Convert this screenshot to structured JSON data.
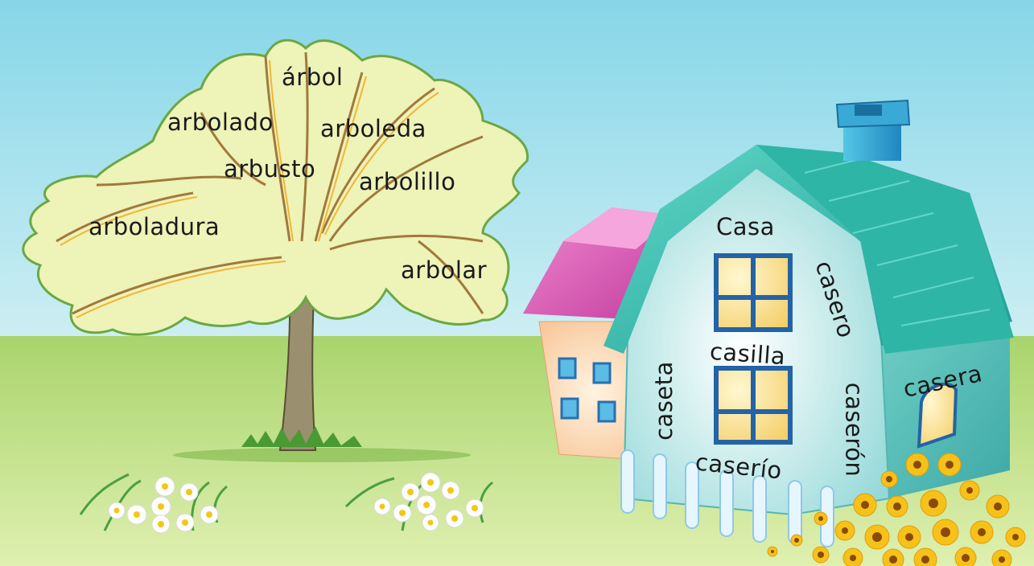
{
  "tree": {
    "words": [
      "árbol",
      "arbolado",
      "arboleda",
      "arbusto",
      "arbolillo",
      "arboladura",
      "arbolar"
    ]
  },
  "house": {
    "words": [
      "Casa",
      "casero",
      "casilla",
      "caseta",
      "casera",
      "caserón",
      "caserío"
    ]
  },
  "colors": {
    "sky_top": "#86d6e8",
    "sky_bottom": "#c9ecf2",
    "grass": "#c4e08a",
    "leaves": "#eef3b8",
    "roof": "#38bfb0",
    "house_wall": "#cdeff0",
    "window_frame": "#2463a6"
  }
}
